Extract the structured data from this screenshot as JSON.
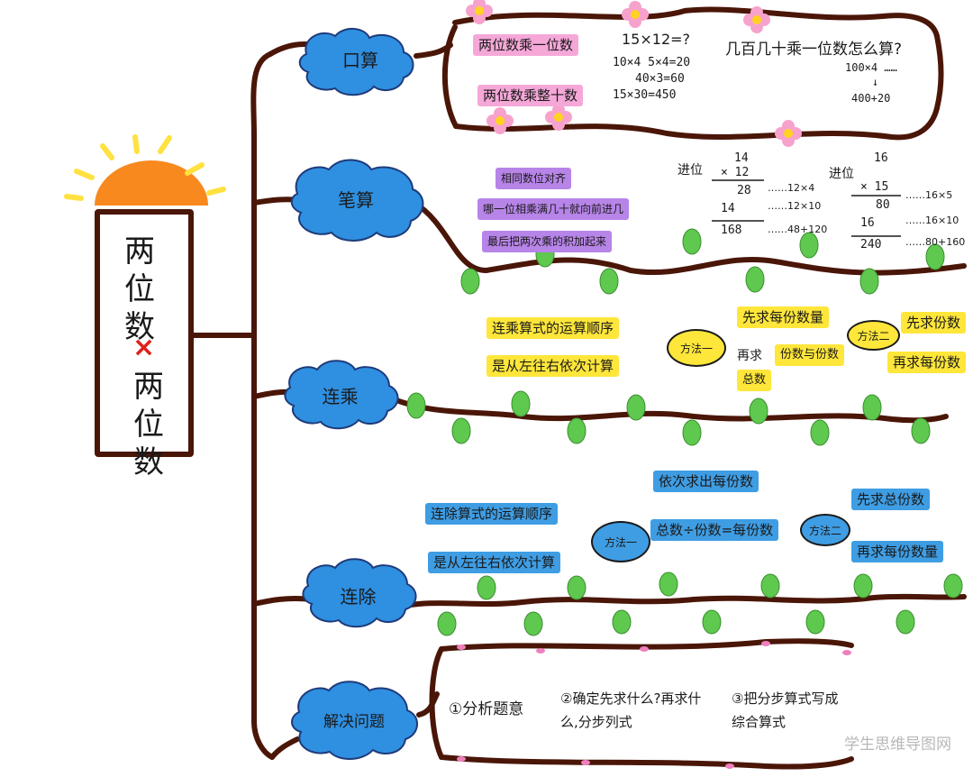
{
  "title": {
    "line1": "两位数",
    "times": "×",
    "line2": "两位数"
  },
  "branches": {
    "mental": "口算",
    "written": "笔算",
    "mult_chain": "连乘",
    "div_chain": "连除",
    "solve": "解决问题"
  },
  "mental": {
    "item1": "两位数乘一位数",
    "item2": "两位数乘整十数",
    "q1": "15×12=?",
    "q1_steps": [
      "10×4 5×4=20",
      "40×3=60",
      "15×30=450"
    ],
    "q2": "几百几十乘一位数怎么算?",
    "q2_steps": [
      "100×4 ……",
      "↓",
      "400+20"
    ]
  },
  "written": {
    "rule1": "相同数位对齐",
    "rule2": "哪一位相乘满几十就向前进几",
    "rule3": "最后把两次乘的积加起来",
    "carry_label": "进位",
    "calc1": [
      "14",
      "× 12",
      "28",
      "14",
      "168"
    ],
    "calc1_notes": [
      "……12×4",
      "……12×10",
      "……48+120"
    ],
    "calc2": [
      "16",
      "× 15",
      "80",
      "16",
      "240"
    ],
    "calc2_notes": [
      "……16×5",
      "……16×10",
      "……80+160"
    ]
  },
  "mult": {
    "order1": "连乘算式的运算顺序",
    "order2": "是从左往右依次计算",
    "m1": "方法一",
    "m2": "方法二",
    "m1_a": "先求每份数量",
    "m1_b": "再求",
    "m1_c": "份数与份数",
    "m1_d": "总数",
    "m2_a": "先求份数",
    "m2_b": "再求每份数"
  },
  "div": {
    "order1": "连除算式的运算顺序",
    "order2": "是从左往右依次计算",
    "m1": "方法一",
    "m2": "方法二",
    "m1_a": "依次求出每份数",
    "m1_b": "总数÷份数=每份数",
    "m2_a": "先求总份数",
    "m2_b": "再求每份数量"
  },
  "solve": {
    "s1": "①分析题意",
    "s2": "②确定先求什么?再求什么,分步列式",
    "s3": "③把分步算式写成综合算式"
  },
  "watermark": "学生思维导图网",
  "colors": {
    "trunk": "#4a1608",
    "cloud": "#2f8fe0",
    "leaf": "#5fc84e",
    "sun": "#f7891f",
    "ray": "#ffe140",
    "pink": "#f5a8d8",
    "yellow": "#ffe63a",
    "purple": "#b784e8"
  }
}
